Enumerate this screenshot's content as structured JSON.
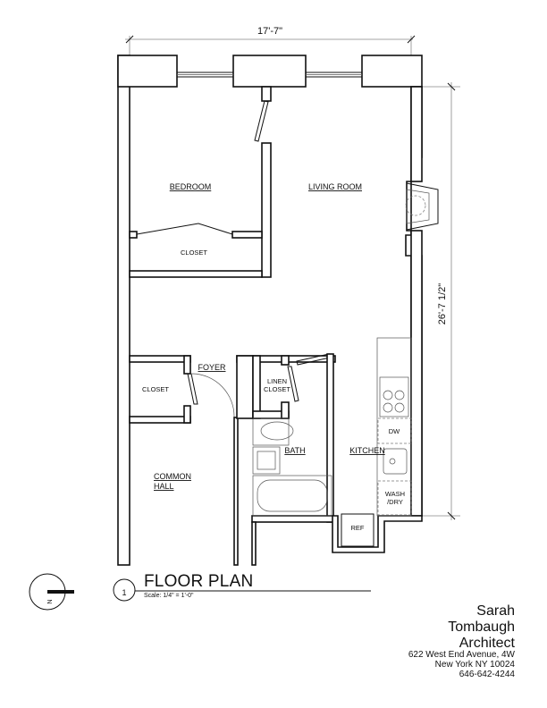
{
  "dimensions": {
    "width": "17'-7\"",
    "depth": "26'-7 1/2\""
  },
  "rooms": {
    "bedroom": "BEDROOM",
    "living_room": "LIVING ROOM",
    "closet_bedroom": "CLOSET",
    "closet_foyer": "CLOSET",
    "foyer": "FOYER",
    "linen_closet_1": "LINEN",
    "linen_closet_2": "CLOSET",
    "bath": "BATH",
    "kitchen": "KITCHEN",
    "common_hall_1": "COMMON",
    "common_hall_2": "HALL",
    "dw": "DW",
    "wash_1": "WASH",
    "wash_2": "/DRY",
    "ref": "REF"
  },
  "north_arrow": {
    "label": "N"
  },
  "title_block": {
    "number": "1",
    "title": "FLOOR PLAN",
    "scale": "Scale: 1/4\" = 1'-0\"",
    "firm": [
      "Sarah",
      "Tombaugh",
      "Architect"
    ],
    "address": [
      "622 West End Avenue, 4W",
      "New York NY 10024",
      "646-642-4244"
    ]
  }
}
